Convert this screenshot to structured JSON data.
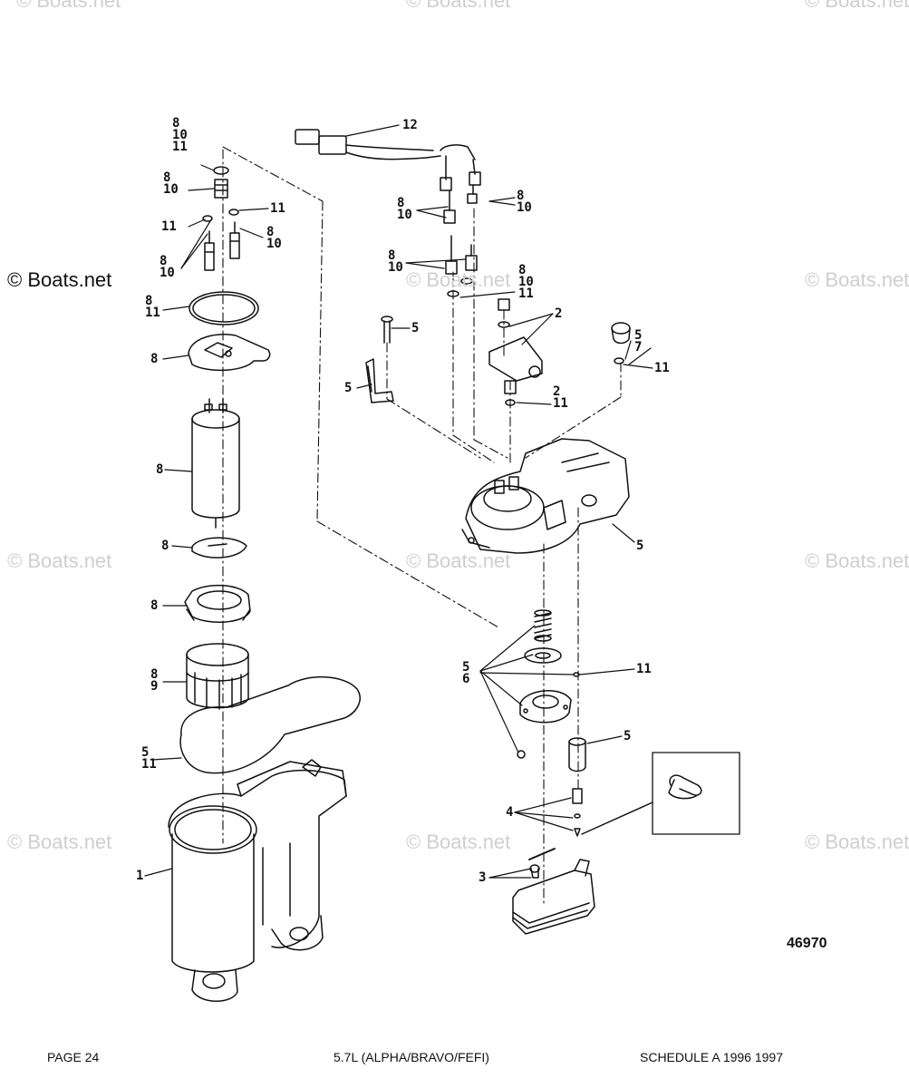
{
  "watermark": "© Boats.net",
  "figure_number": "46970",
  "footer": {
    "page": "PAGE 24",
    "title": "5.7L (ALPHA/BRAVO/FEFI)",
    "ref": "SCHEDULE A 1996 1997"
  },
  "callouts": [
    {
      "id": "c1",
      "text": "8\n10\n11"
    },
    {
      "id": "c2",
      "text": "8\n10"
    },
    {
      "id": "c3",
      "text": "11"
    },
    {
      "id": "c4",
      "text": "11"
    },
    {
      "id": "c5",
      "text": "8\n10"
    },
    {
      "id": "c6",
      "text": "8\n10"
    },
    {
      "id": "c7",
      "text": "8\n11"
    },
    {
      "id": "c8",
      "text": "8"
    },
    {
      "id": "c9",
      "text": "8"
    },
    {
      "id": "c10",
      "text": "8"
    },
    {
      "id": "c11",
      "text": "8"
    },
    {
      "id": "c12",
      "text": "8\n9"
    },
    {
      "id": "c13",
      "text": "5\n11"
    },
    {
      "id": "c14",
      "text": "1"
    },
    {
      "id": "c15",
      "text": "12"
    },
    {
      "id": "c16",
      "text": "8\n10"
    },
    {
      "id": "c17",
      "text": "8\n10"
    },
    {
      "id": "c18",
      "text": "8\n10"
    },
    {
      "id": "c19",
      "text": "8\n10\n11"
    },
    {
      "id": "c20",
      "text": "2"
    },
    {
      "id": "c21",
      "text": "5"
    },
    {
      "id": "c22",
      "text": "5"
    },
    {
      "id": "c23",
      "text": "2\n11"
    },
    {
      "id": "c24",
      "text": "5\n7"
    },
    {
      "id": "c25",
      "text": "11"
    },
    {
      "id": "c26",
      "text": "5"
    },
    {
      "id": "c27",
      "text": "5\n6"
    },
    {
      "id": "c28",
      "text": "11"
    },
    {
      "id": "c29",
      "text": "5"
    },
    {
      "id": "c30",
      "text": "4"
    },
    {
      "id": "c31",
      "text": "3"
    }
  ]
}
